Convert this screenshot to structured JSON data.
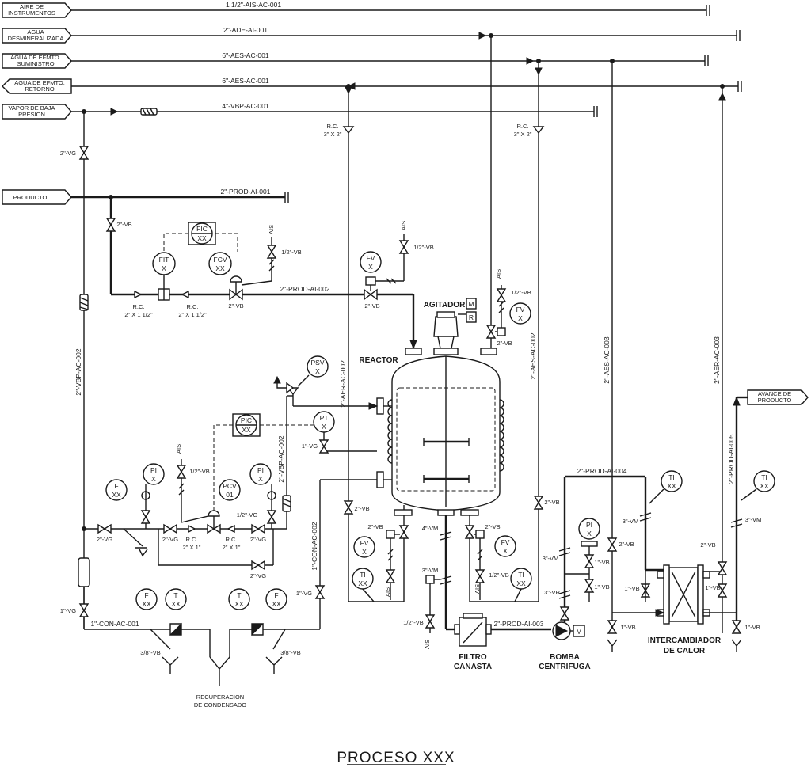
{
  "title": "PROCESO XXX",
  "inlets": {
    "aire": [
      "AIRE DE",
      "INSTRUMENTOS"
    ],
    "agua_desm": [
      "AGUA",
      "DESMINERALIZADA"
    ],
    "agua_sum": [
      "AGUA DE EFMTO.",
      "SUMINISTRO"
    ],
    "agua_ret": [
      "AGUA DE EFMTO.",
      "RETORNO"
    ],
    "vapor": [
      "VAPOR DE BAJA",
      "PRESION"
    ],
    "producto": "PRODUCTO",
    "avance": [
      "AVANCE DE",
      "PRODUCTO"
    ]
  },
  "lines": {
    "ais_ac_001": "1 1/2\"-AIS-AC-001",
    "ade_ai_001": "2\"-ADE-AI-001",
    "aes_ac_001": "6\"-AES-AC-001",
    "aes_ac_001_ret": "6\"-AES-AC-001",
    "vbp_ac_001": "4\"-VBP-AC-001",
    "prod_ai_001": "2\"-PROD-AI-001",
    "prod_ai_002": "2\"-PROD-AI-002",
    "prod_ai_003": "2\"-PROD-AI-003",
    "prod_ai_004": "2\"-PROD-AI-004",
    "prod_ai_005": "2\"-PROD-AI-005",
    "vbp_ac_002": "2\"-VBP-AC-002",
    "vbp_ac_002b": "2\"-VBP-AC-002",
    "aer_ac_002": "2\"-AER-AC-002",
    "aes_ac_002": "2\"-AES-AC-002",
    "aes_ac_003": "2\"-AES-AC-003",
    "aer_ac_003": "2\"-AER-AC-003",
    "con_ac_001": "1\"-CON-AC-001",
    "con_ac_002": "1\"-CON-AC-002"
  },
  "valves": {
    "vg2": "2\"-VG",
    "vb2": "2\"-VB",
    "vb12": "1/2\"-VB",
    "vg1": "1\"-VG",
    "vb1": "1\"-VB",
    "vb38": "3/8\"-VB",
    "vm4": "4\"-VM",
    "vm3": "3\"-VM",
    "vr3": "3\"-VR",
    "vg12": "1/2\"-VG"
  },
  "reducers": {
    "rc": "R.C.",
    "rc_3x2": "3\" X 2\"",
    "rc_2x112": "2\" X 1 1/2\"",
    "rc_2x1": "2\" X 1\""
  },
  "instruments": {
    "fic": [
      "FIC",
      "XX"
    ],
    "fit": [
      "FIT",
      "X"
    ],
    "fcv": [
      "FCV",
      "XX"
    ],
    "fv_x": [
      "FV",
      "X"
    ],
    "psv": [
      "PSV",
      "X"
    ],
    "pic": [
      "PIC",
      "XX"
    ],
    "pt": [
      "PT",
      "X"
    ],
    "pi_x": [
      "PI",
      "X"
    ],
    "pcv": [
      "PCV",
      "01"
    ],
    "f_xx": [
      "F",
      "XX"
    ],
    "t_xx": [
      "T",
      "XX"
    ],
    "ti_xx": [
      "TI",
      "XX"
    ]
  },
  "equipment": {
    "agitador": "AGITADOR",
    "reactor": "REACTOR",
    "motor": "M",
    "reductor": "R",
    "filtro": [
      "FILTRO",
      "CANASTA"
    ],
    "bomba": [
      "BOMBA",
      "CENTRIFUGA"
    ],
    "intercambiador": [
      "INTERCAMBIADOR",
      "DE CALOR"
    ],
    "recuperacion": [
      "RECUPERACION",
      "DE CONDENSADO"
    ]
  },
  "ais": "AIS"
}
